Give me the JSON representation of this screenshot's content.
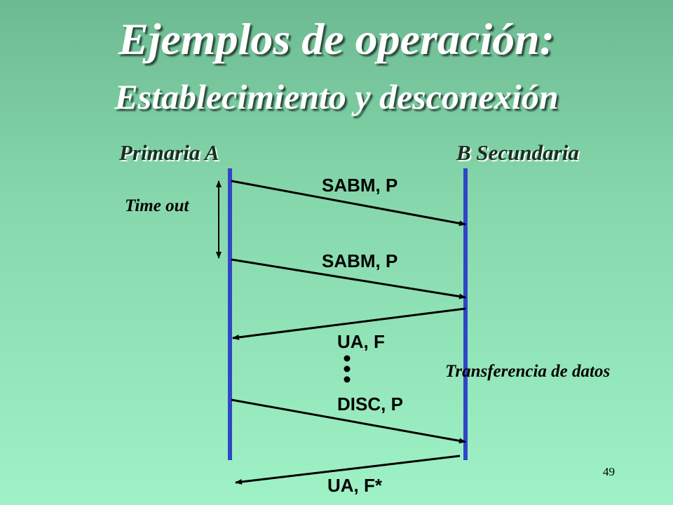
{
  "title": "Ejemplos de operación:",
  "subtitle": "Establecimiento y desconexión",
  "stations": {
    "primary": "Primaria A",
    "secondary": "B Secundaria"
  },
  "timeout_label": "Time out",
  "messages": [
    {
      "label": "SABM, P",
      "direction": "A-to-B"
    },
    {
      "label": "SABM, P",
      "direction": "A-to-B"
    },
    {
      "label": "UA, F",
      "direction": "B-to-A"
    },
    {
      "label": "DISC, P",
      "direction": "A-to-B"
    },
    {
      "label": "UA, F*",
      "direction": "B-to-A"
    }
  ],
  "data_transfer_label": "Transferencia de datos",
  "page_number": "49",
  "colors": {
    "timeline": "#3045c8",
    "arrow": "#000000",
    "title_text": "#ffffff"
  }
}
